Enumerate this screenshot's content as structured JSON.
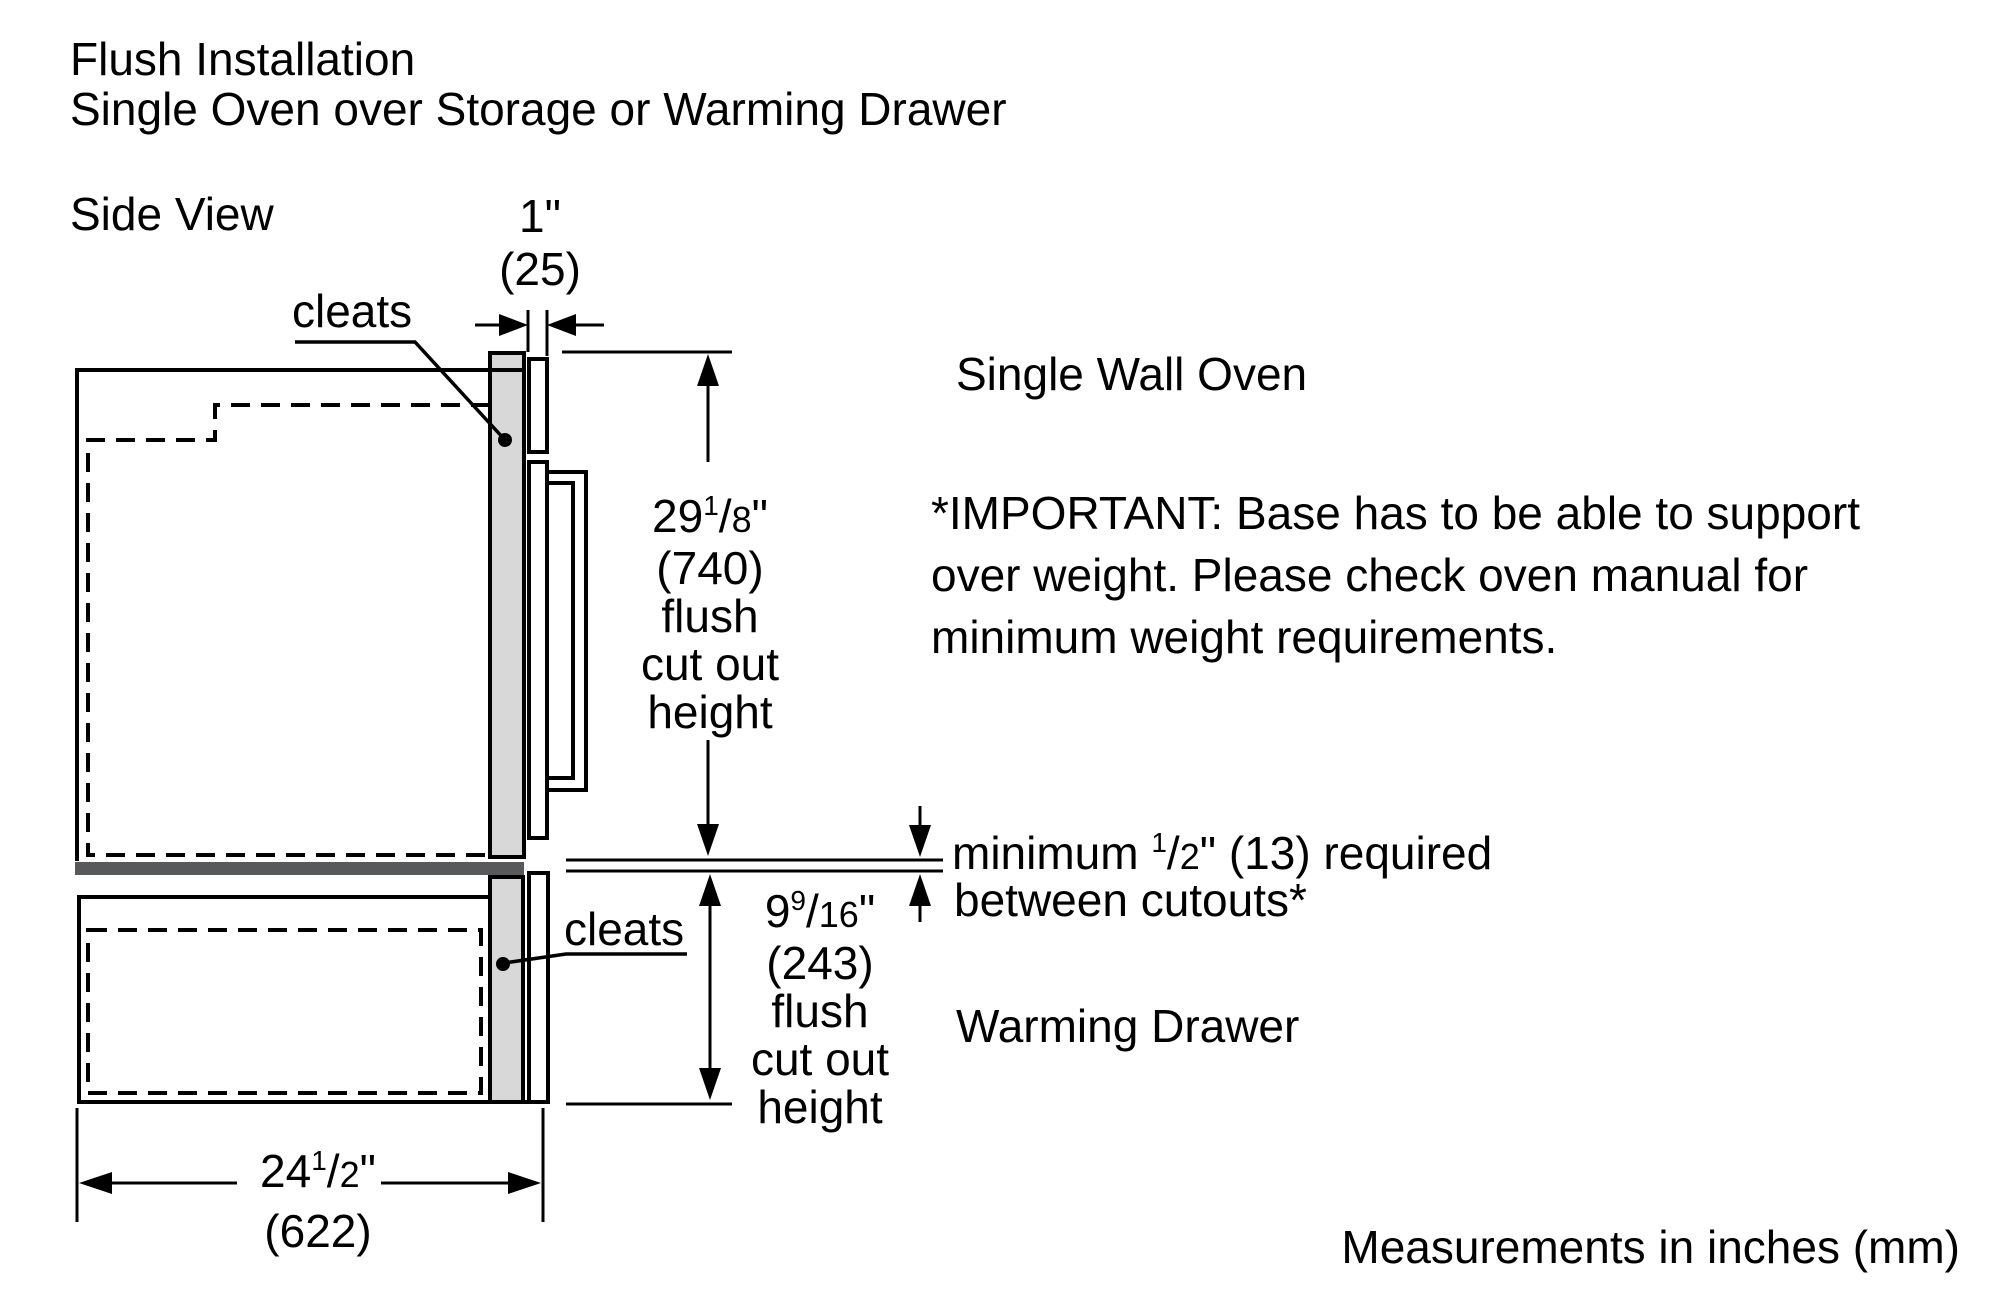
{
  "title": {
    "line1": "Flush Installation",
    "line2": "Single Oven over Storage or Warming Drawer"
  },
  "view_label": "Side View",
  "legend": "Measurements in inches (mm)",
  "labels": {
    "single_wall_oven": "Single Wall Oven",
    "warming_drawer": "Warming Drawer",
    "cleats_upper": "cleats",
    "cleats_lower": "cleats",
    "important": {
      "line1": "*IMPORTANT: Base has to be able to support",
      "line2": "over weight. Please check oven manual for",
      "line3": "minimum weight requirements."
    },
    "min_gap": {
      "pre": "minimum ",
      "sup": "1",
      "sep": "/",
      "den": "2",
      "post": "\" (13) required",
      "line2": "between cutouts*"
    }
  },
  "dims": {
    "cleat": {
      "whole": "1",
      "unit": "\"",
      "mm": "(25)"
    },
    "oven": {
      "whole": "29",
      "sup": "1",
      "sep": "/",
      "den": "8",
      "unit": "\"",
      "mm": "(740)",
      "desc1": "flush",
      "desc2": "cut out",
      "desc3": "height"
    },
    "drawer": {
      "whole": "9",
      "sup": "9",
      "sep": "/",
      "den": "16",
      "unit": "\"",
      "mm": "(243)",
      "desc1": "flush",
      "desc2": "cut out",
      "desc3": "height"
    },
    "depth": {
      "whole": "24",
      "sup": "1",
      "sep": "/",
      "den": "2",
      "unit": "\"",
      "mm": "(622)"
    }
  },
  "colors": {
    "line": "#000000",
    "cleat_fill": "#d8d8d8",
    "divider_fill": "#58595b",
    "background": "#ffffff"
  }
}
